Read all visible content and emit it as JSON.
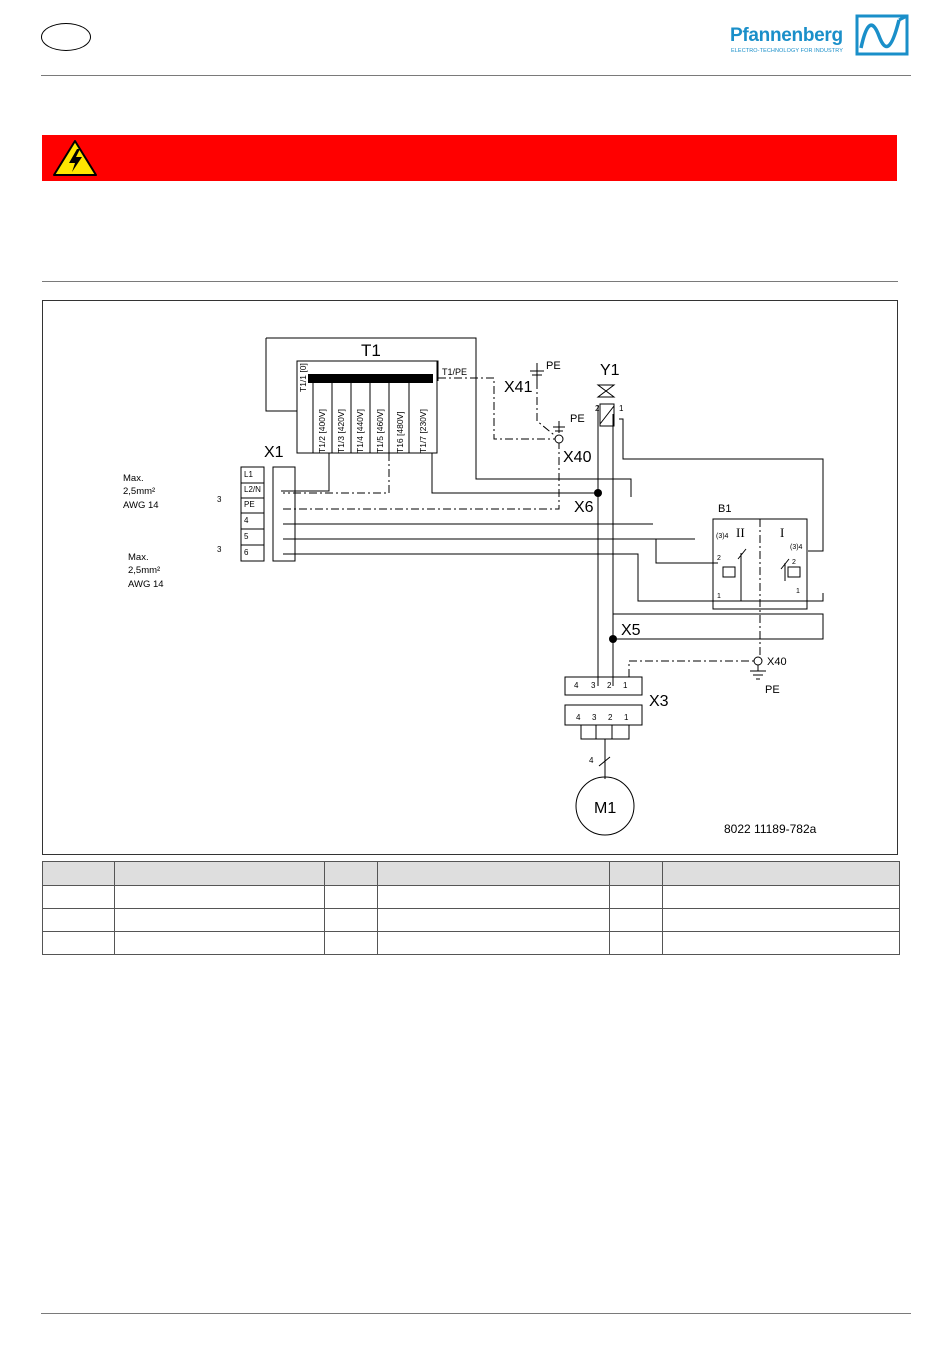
{
  "header": {
    "logo": {
      "name": "Pfannenberg",
      "tagline": "ELECTRO-TECHNOLOGY FOR INDUSTRY"
    }
  },
  "warning_banner": {
    "color": "#ff0000",
    "icon": "high-voltage-warning-icon"
  },
  "diagram": {
    "labels": {
      "t1": "T1",
      "t1_taps": [
        "T1/1 [0]",
        "T1/2 [400V]",
        "T1/3 [420V]",
        "T1/4 [440V]",
        "T1/5 [460V]",
        "T16 [480V]",
        "T1/7 [230V]"
      ],
      "t1_pe": "T1/PE",
      "x1": "X1",
      "x1_terminals": [
        "L1",
        "L2/N",
        "PE",
        "4",
        "5",
        "6"
      ],
      "max_1": "Max.",
      "wire_1": "2,5mm²",
      "awg_1": "AWG 14",
      "max_2": "Max.",
      "wire_2": "2,5mm²",
      "awg_2": "AWG 14",
      "count_3a": "3",
      "count_3b": "3",
      "x41": "X41",
      "pe_1": "PE",
      "pe_2": "PE",
      "x40_top": "X40",
      "y1": "Y1",
      "y1_pin_2": "2",
      "y1_pin_1": "1",
      "x6": "X6",
      "b1": "B1",
      "b1_ii": "II",
      "b1_i": "I",
      "b1_pin_3_4_left": "(3)4",
      "b1_pin_3_4_right": "(3)4",
      "b1_pin_2_left": "2",
      "b1_pin_2_right": "2",
      "b1_pin_1_left": "1",
      "b1_pin_1_right": "1",
      "x5": "X5",
      "x40_bottom": "X40",
      "pe_3": "PE",
      "x3": "X3",
      "x3_pins": [
        "4",
        "3",
        "2",
        "1"
      ],
      "count_4": "4",
      "m1": "M1",
      "drawing_number": "8022   11189-782a"
    }
  },
  "parts_table": {
    "rows": [
      [
        "",
        "",
        "",
        "",
        "",
        ""
      ],
      [
        "",
        "",
        "",
        "",
        "",
        ""
      ],
      [
        "",
        "",
        "",
        "",
        "",
        ""
      ],
      [
        "",
        "",
        "",
        "",
        "",
        ""
      ]
    ]
  }
}
